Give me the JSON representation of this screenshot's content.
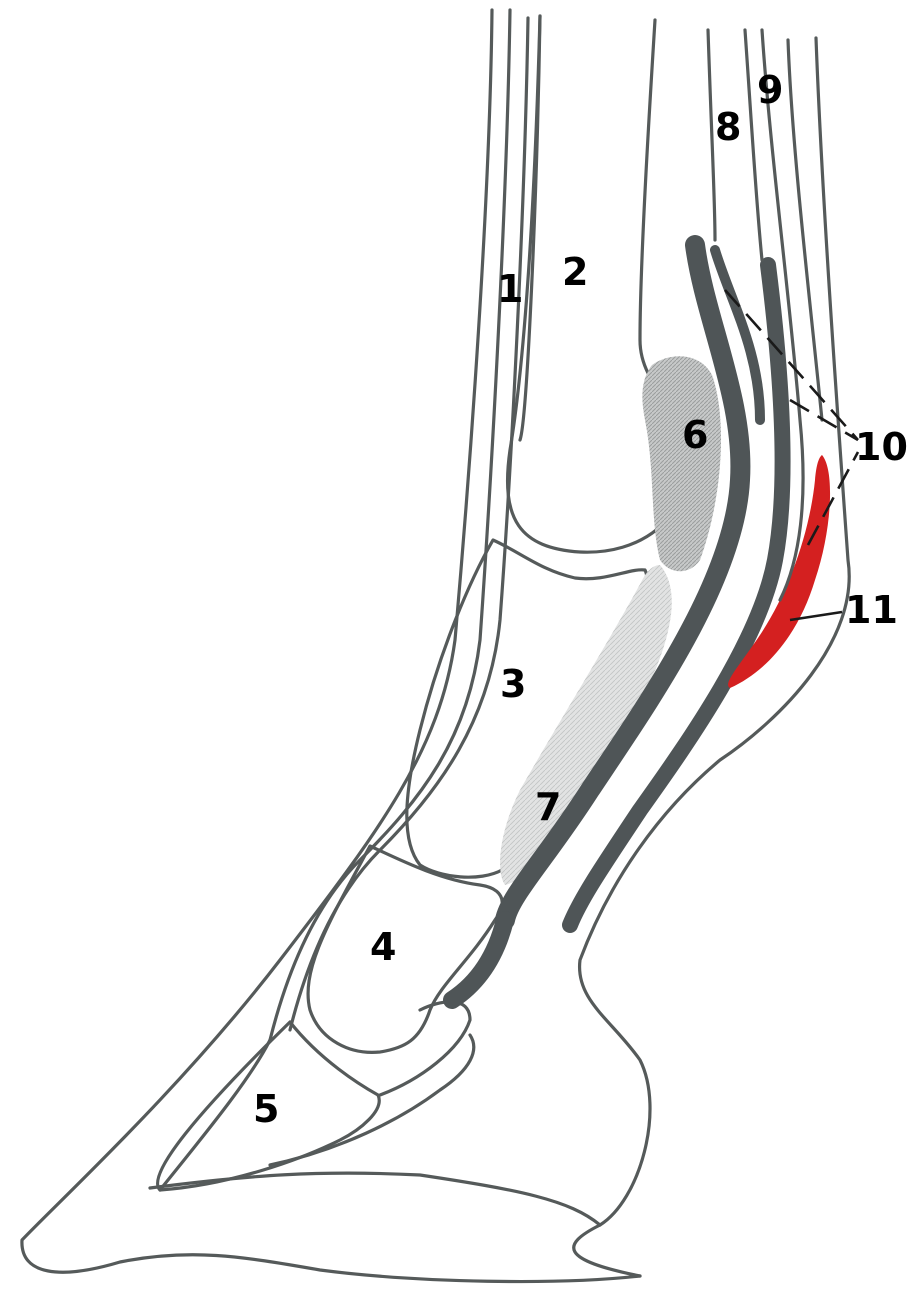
{
  "labels": {
    "l1": "1",
    "l2": "2",
    "l3": "3",
    "l4": "4",
    "l5": "5",
    "l6": "6",
    "l7": "7",
    "l8": "8",
    "l9": "9",
    "l10": "10",
    "l11": "11"
  },
  "colors": {
    "outline": "#555a5a",
    "tendon": "#4f5557",
    "sesamoid_fill": "#b9bcbc",
    "navicular_fill": "#dadcdc",
    "red_structure": "#d42020"
  }
}
